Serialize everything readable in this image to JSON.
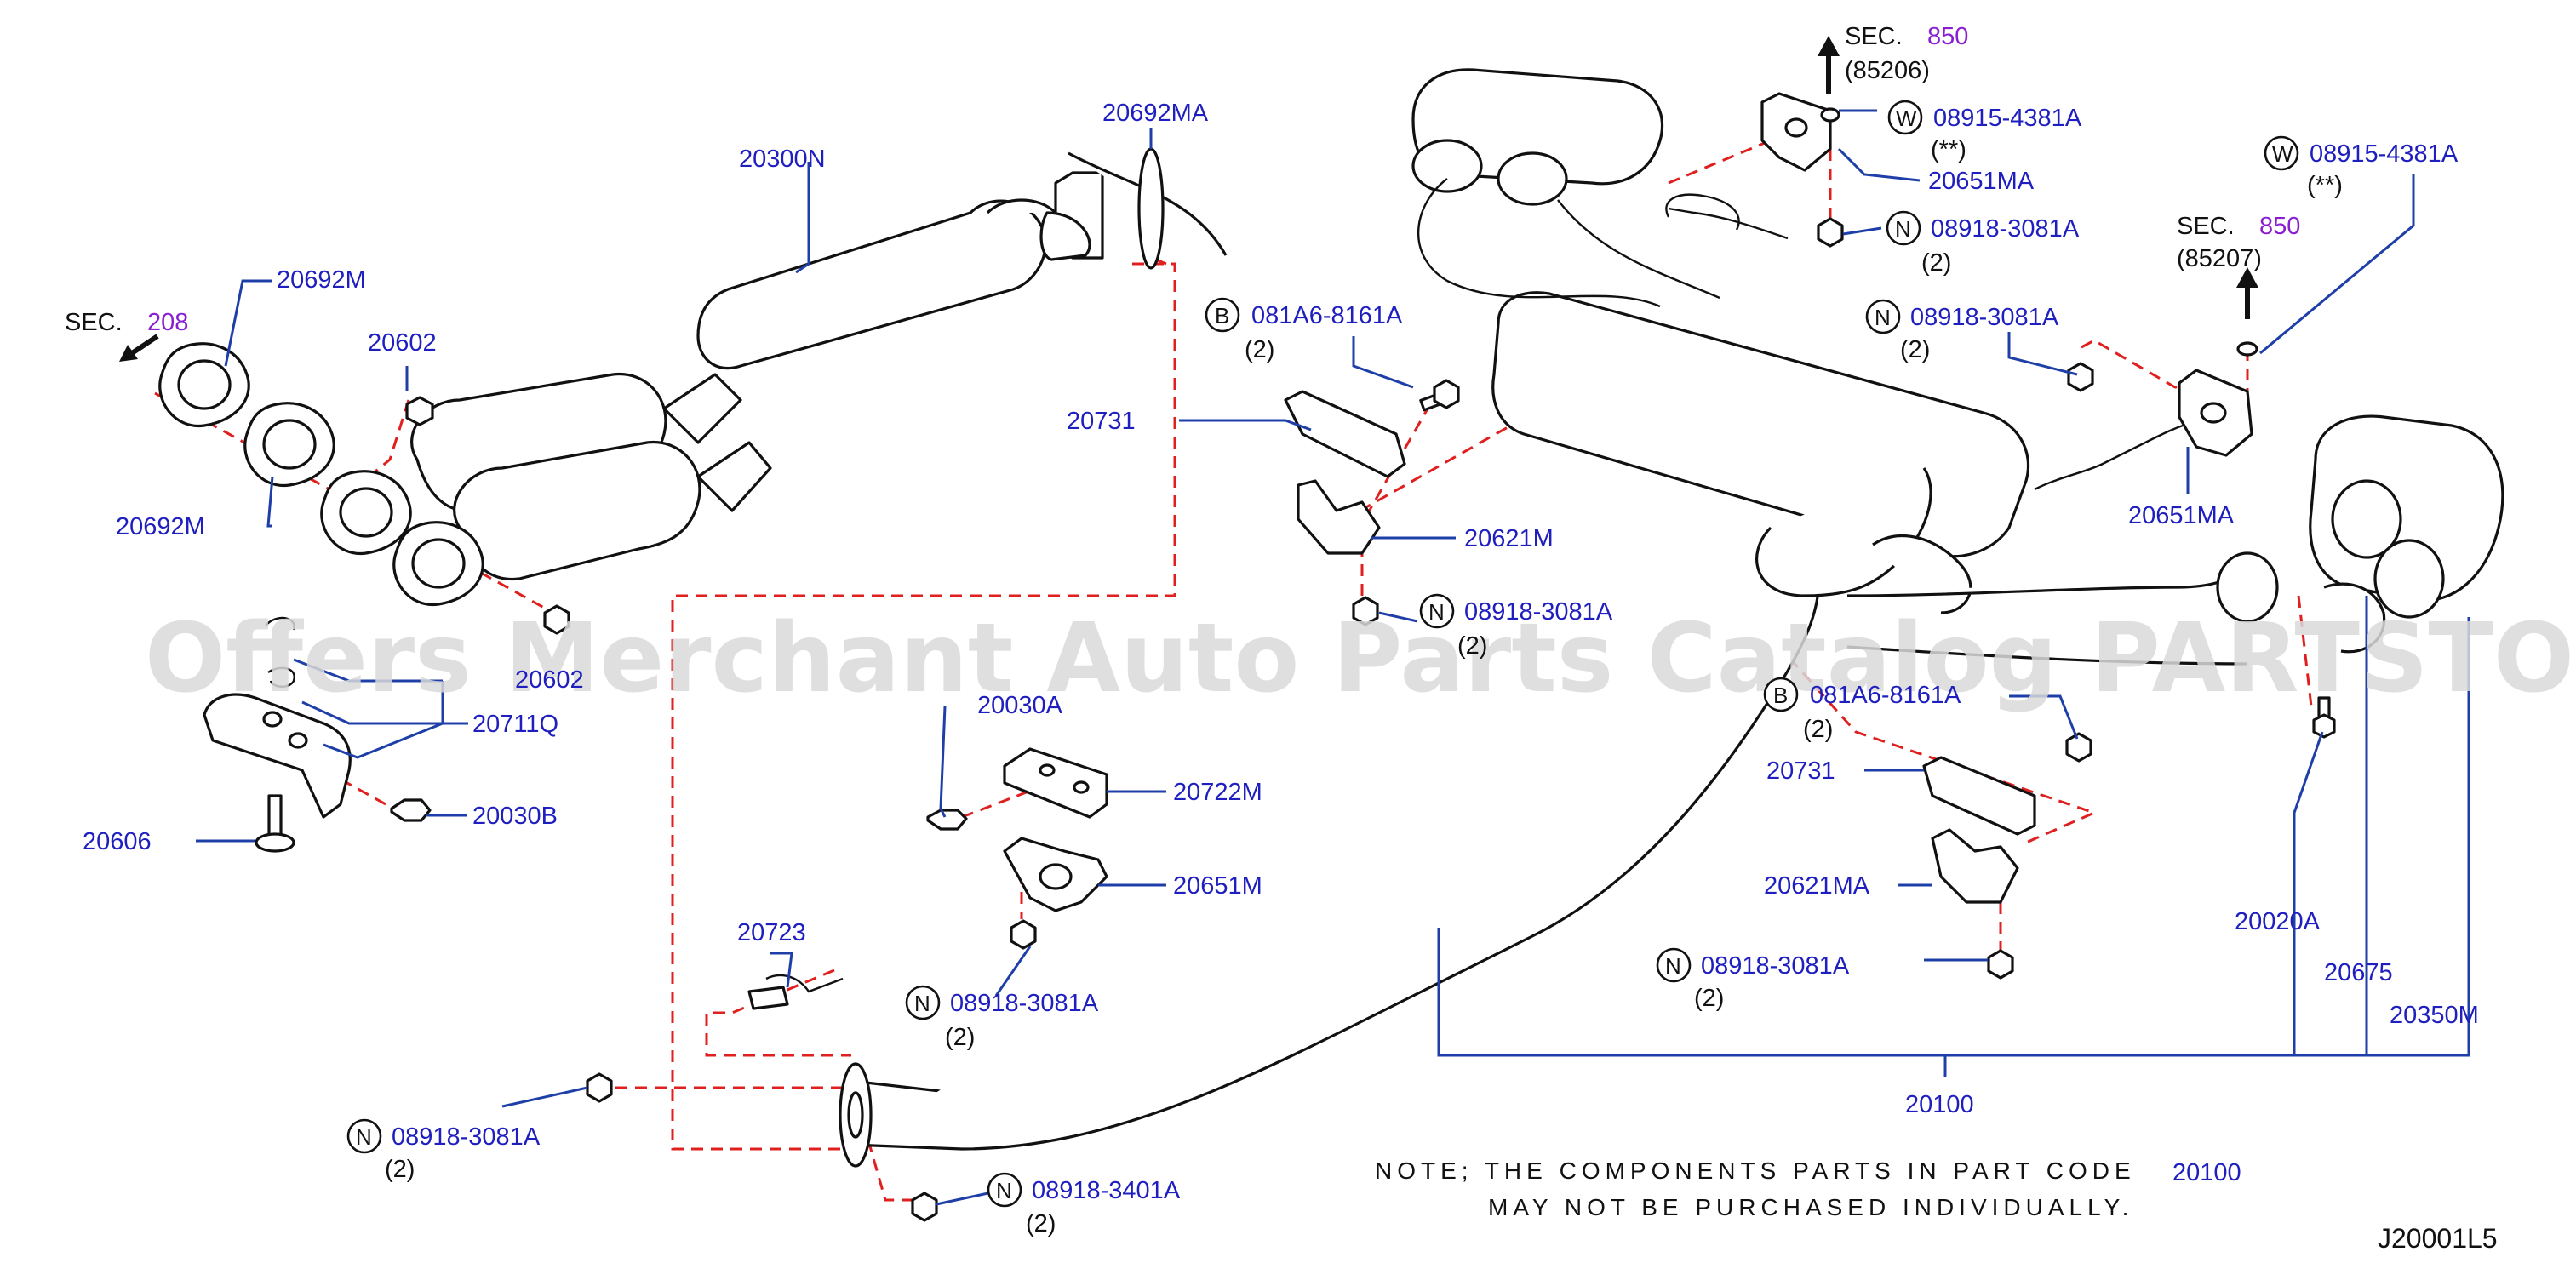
{
  "colors": {
    "label": "#1f1fbf",
    "section_ref": "#8a1fd1",
    "dashed_guide": "#e0201f",
    "leader": "#1f3fa8",
    "watermark": "#d9d9d9"
  },
  "watermark": "Offers Merchant Auto Parts Catalog PARTSTORE.SA",
  "sec_labels": {
    "sec": "SEC.",
    "sec_208": "208",
    "sec_850_a": "850",
    "sec_850_a_sub": "(85206)",
    "sec_850_b": "850",
    "sec_850_b_sub": "(85207)"
  },
  "parts": {
    "p20300N": "20300N",
    "p20692MA": "20692MA",
    "p20692M_top": "20692M",
    "p20692M_bot": "20692M",
    "p20602_top": "20602",
    "p20602_bot": "20602",
    "p20711Q": "20711Q",
    "p20606": "20606",
    "p20030B": "20030B",
    "p20731_a": "20731",
    "p20731_b": "20731",
    "p20621M": "20621M",
    "p20621MA": "20621MA",
    "p20030A": "20030A",
    "p20722M": "20722M",
    "p20651M": "20651M",
    "p20723": "20723",
    "p20651MA_a": "20651MA",
    "p20651MA_b": "20651MA",
    "p20020A": "20020A",
    "p20675": "20675",
    "p20350M": "20350M",
    "p20100": "20100",
    "p20100_note": "20100"
  },
  "fasteners": {
    "b_081A6_a": {
      "prefix": "B",
      "code": "081A6-8161A",
      "qty": "(2)"
    },
    "b_081A6_b": {
      "prefix": "B",
      "code": "081A6-8161A",
      "qty": "(2)"
    },
    "w_08915_a": {
      "prefix": "W",
      "code": "08915-4381A",
      "qty": "(**)"
    },
    "w_08915_b": {
      "prefix": "W",
      "code": "08915-4381A",
      "qty": "(**)"
    },
    "n_08918_a": {
      "prefix": "N",
      "code": "08918-3081A",
      "qty": "(2)"
    },
    "n_08918_b": {
      "prefix": "N",
      "code": "08918-3081A",
      "qty": "(2)"
    },
    "n_08918_c": {
      "prefix": "N",
      "code": "08918-3081A",
      "qty": "(2)"
    },
    "n_08918_d": {
      "prefix": "N",
      "code": "08918-3081A",
      "qty": "(2)"
    },
    "n_08918_e": {
      "prefix": "N",
      "code": "08918-3081A",
      "qty": "(2)"
    },
    "n_08918_f": {
      "prefix": "N",
      "code": "08918-3081A",
      "qty": "(2)"
    },
    "n_08918_g": {
      "prefix": "N",
      "code": "08918-3401A",
      "qty": "(2)"
    }
  },
  "note": {
    "line1": "NOTE;  THE  COMPONENTS  PARTS  IN  PART  CODE",
    "line2": "MAY  NOT  BE  PURCHASED  INDIVIDUALLY."
  },
  "diagram_code": "J20001L5"
}
